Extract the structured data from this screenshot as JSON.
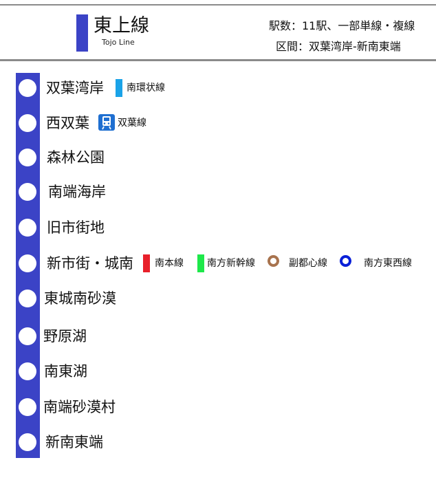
{
  "header": {
    "line_name": "東上線",
    "line_name_en": "Tojo Line",
    "station_count": "駅数：11駅、一部単線・複線",
    "section": "区間：双葉湾岸-新南東端",
    "line_color": "#3b43c6"
  },
  "stations": [
    {
      "name": "双葉湾岸",
      "transfers": [
        {
          "label": "南環状線",
          "color": "#1aa3e8",
          "mark": "bar"
        }
      ]
    },
    {
      "name": "西双葉",
      "transfers": [
        {
          "label": "双葉線",
          "color": "#1f6fd1",
          "mark": "train-icon"
        }
      ]
    },
    {
      "name": "森林公園",
      "transfers": []
    },
    {
      "name": "南端海岸",
      "transfers": []
    },
    {
      "name": "旧市街地",
      "transfers": []
    },
    {
      "name": "新市街・城南",
      "transfers": [
        {
          "label": "南本線",
          "color": "#e8202a",
          "mark": "bar"
        },
        {
          "label": "南方新幹線",
          "color": "#1ee84a",
          "mark": "bar"
        },
        {
          "label": "副都心線",
          "color": "#a8734e",
          "mark": "ring"
        },
        {
          "label": "南方東西線",
          "color": "#0a20d8",
          "mark": "ring"
        }
      ]
    },
    {
      "name": "東城南砂漠",
      "transfers": []
    },
    {
      "name": "野原湖",
      "transfers": []
    },
    {
      "name": "南東湖",
      "transfers": []
    },
    {
      "name": "南端砂漠村",
      "transfers": []
    },
    {
      "name": "新南東端",
      "transfers": []
    }
  ]
}
